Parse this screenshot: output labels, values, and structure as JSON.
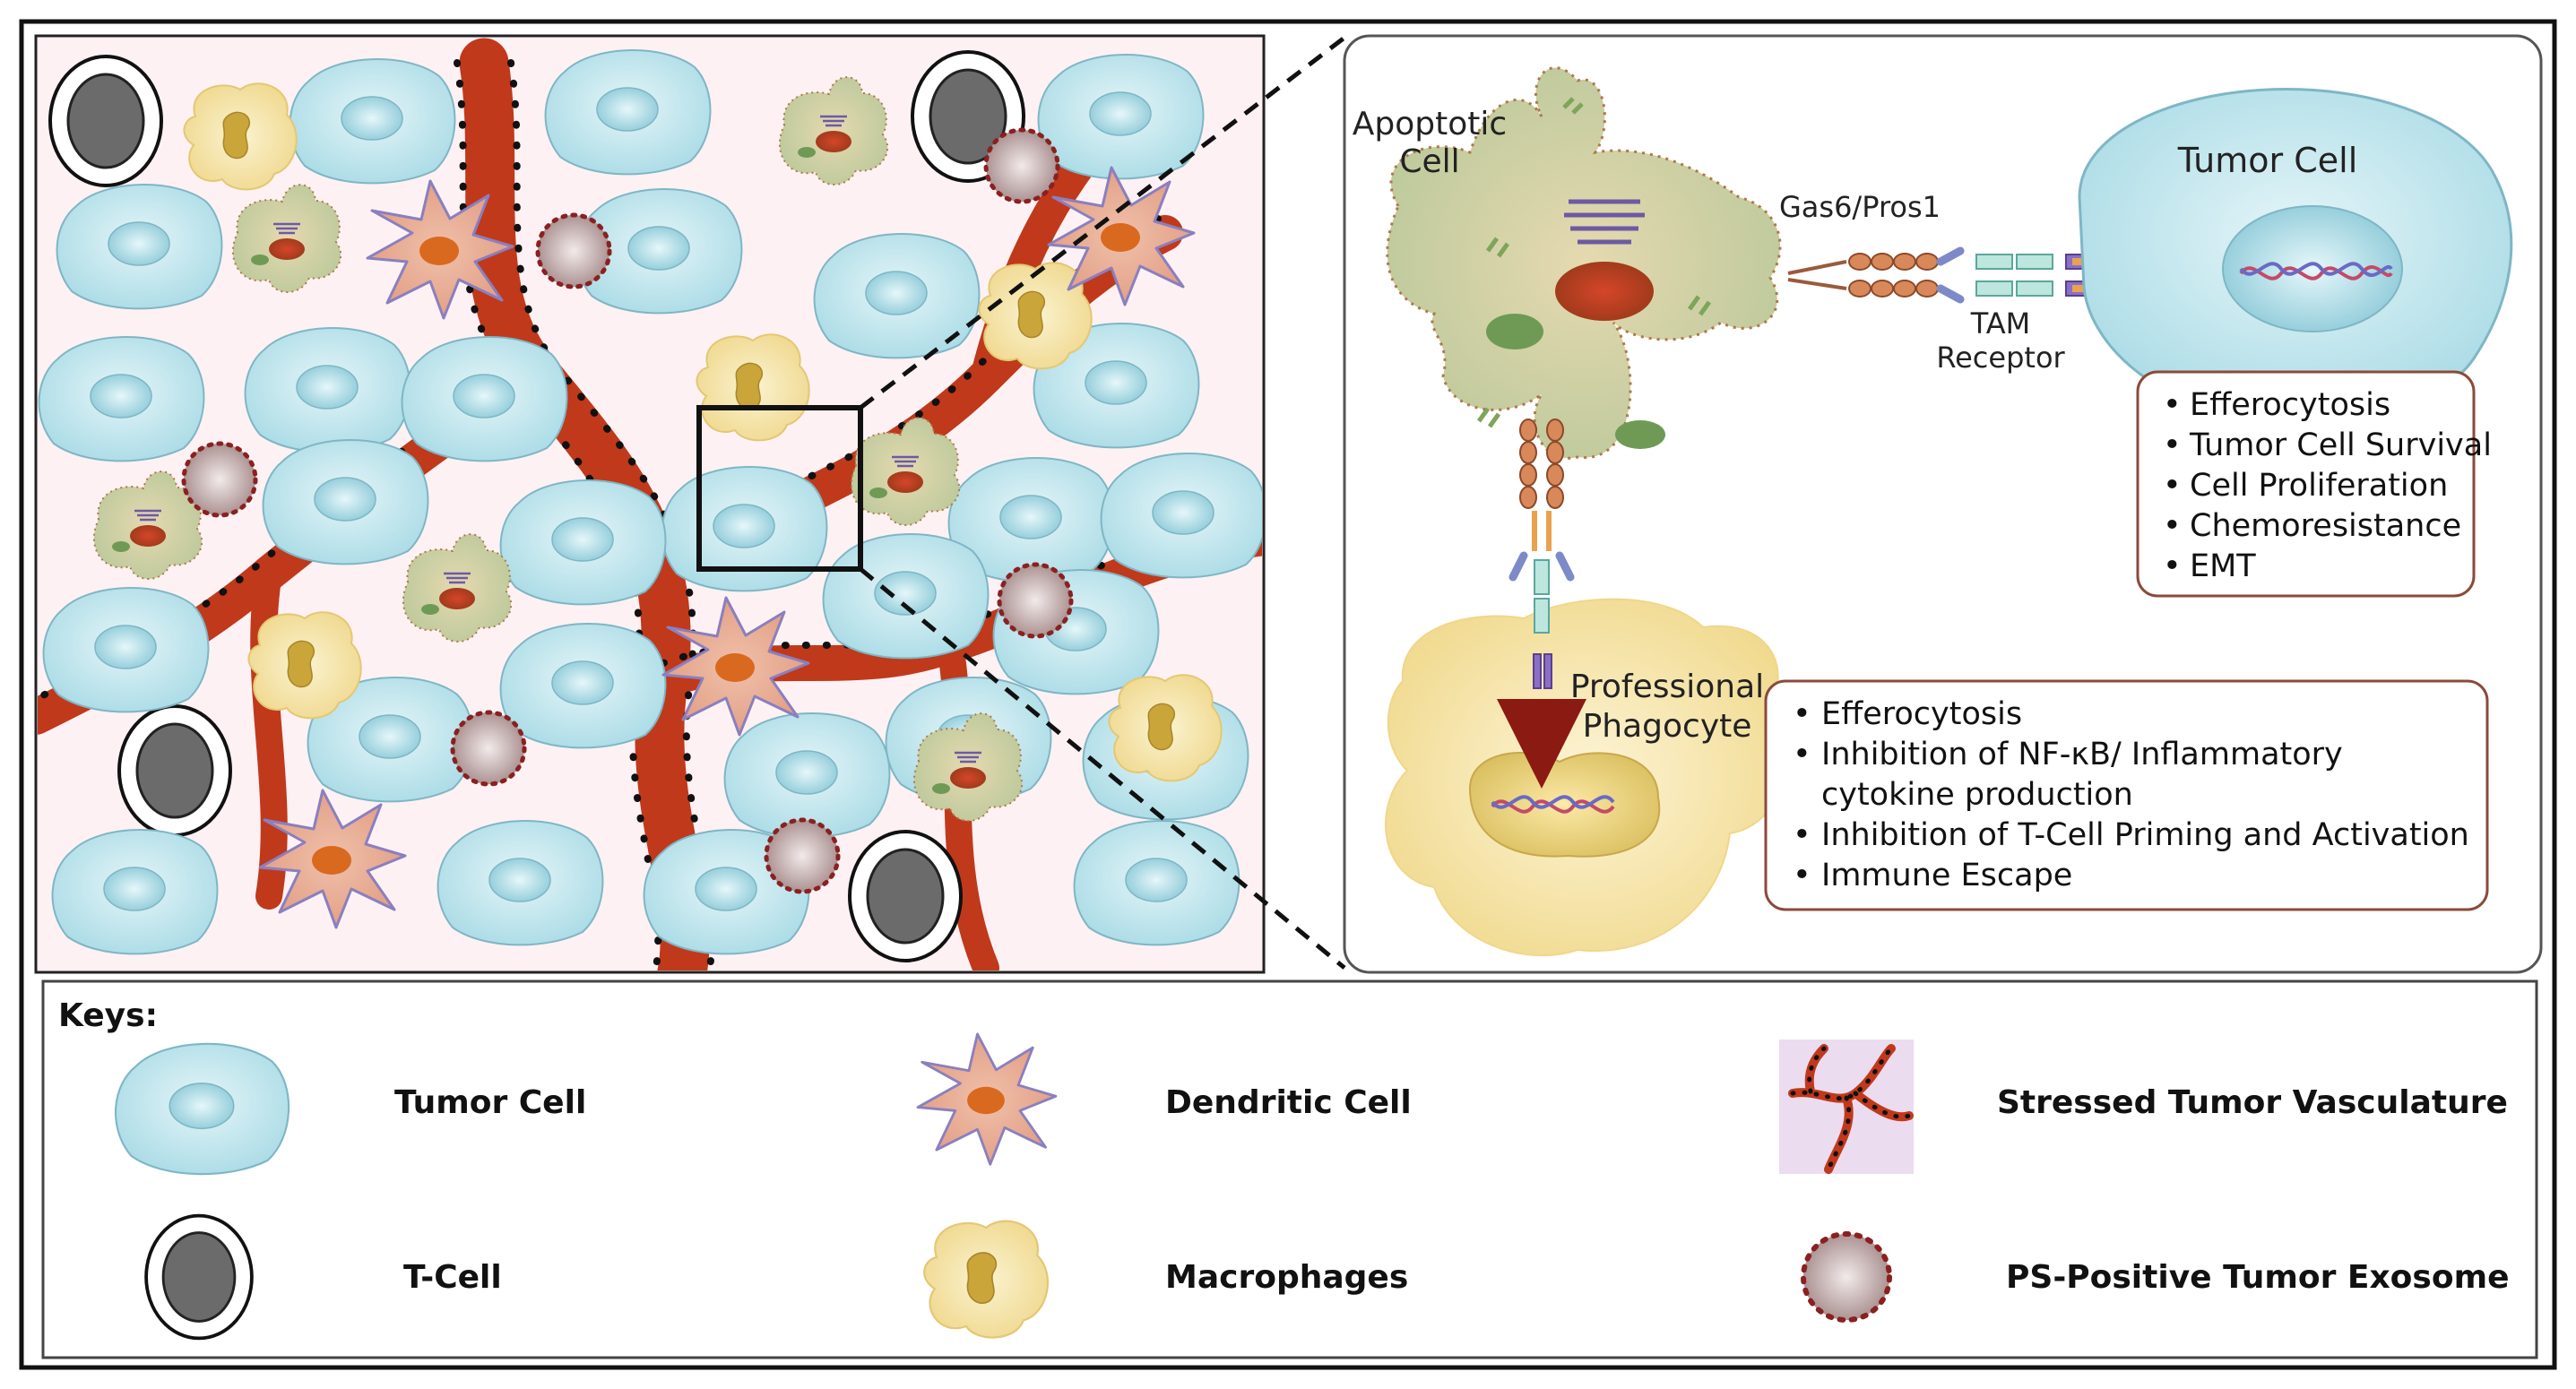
{
  "detail": {
    "apoptotic_cell_label_line1": "Apoptotic",
    "apoptotic_cell_label_line2": "Cell",
    "ligand_label": "Gas6/Pros1",
    "receptor_label_line1": "TAM",
    "receptor_label_line2": "Receptor",
    "tumor_cell_label": "Tumor Cell",
    "phagocyte_label_line1": "Professional",
    "phagocyte_label_line2": "Phagocyte",
    "tumor_outcomes": [
      "Efferocytosis",
      "Tumor Cell Survival",
      "Cell Proliferation",
      "Chemoresistance",
      "EMT"
    ],
    "phagocyte_outcomes": [
      "Efferocytosis",
      "Inhibition  of NF-κB/ Inflammatory",
      "cytokine production",
      "Inhibition of T-Cell Priming and Activation",
      "Immune Escape"
    ]
  },
  "keys": {
    "title": "Keys:",
    "items": [
      {
        "label": "Tumor Cell",
        "icon": "tumor-cell-icon"
      },
      {
        "label": "Dendritic Cell",
        "icon": "dendritic-cell-icon"
      },
      {
        "label": "Stressed Tumor Vasculature",
        "icon": "vasculature-icon"
      },
      {
        "label": "T-Cell",
        "icon": "t-cell-icon"
      },
      {
        "label": "Macrophages",
        "icon": "macrophage-icon"
      },
      {
        "label": "PS-Positive Tumor Exosome",
        "icon": "exosome-icon"
      }
    ]
  },
  "colors": {
    "tumor_cell": "#bfe4ec",
    "vasculature": "#c0391b",
    "macrophage": "#f4e3a3",
    "dendritic": "#e8a48e",
    "apoptotic": "#c9cf9d",
    "arrow": "#8b1a12",
    "box_border": "#8b4a3a"
  }
}
